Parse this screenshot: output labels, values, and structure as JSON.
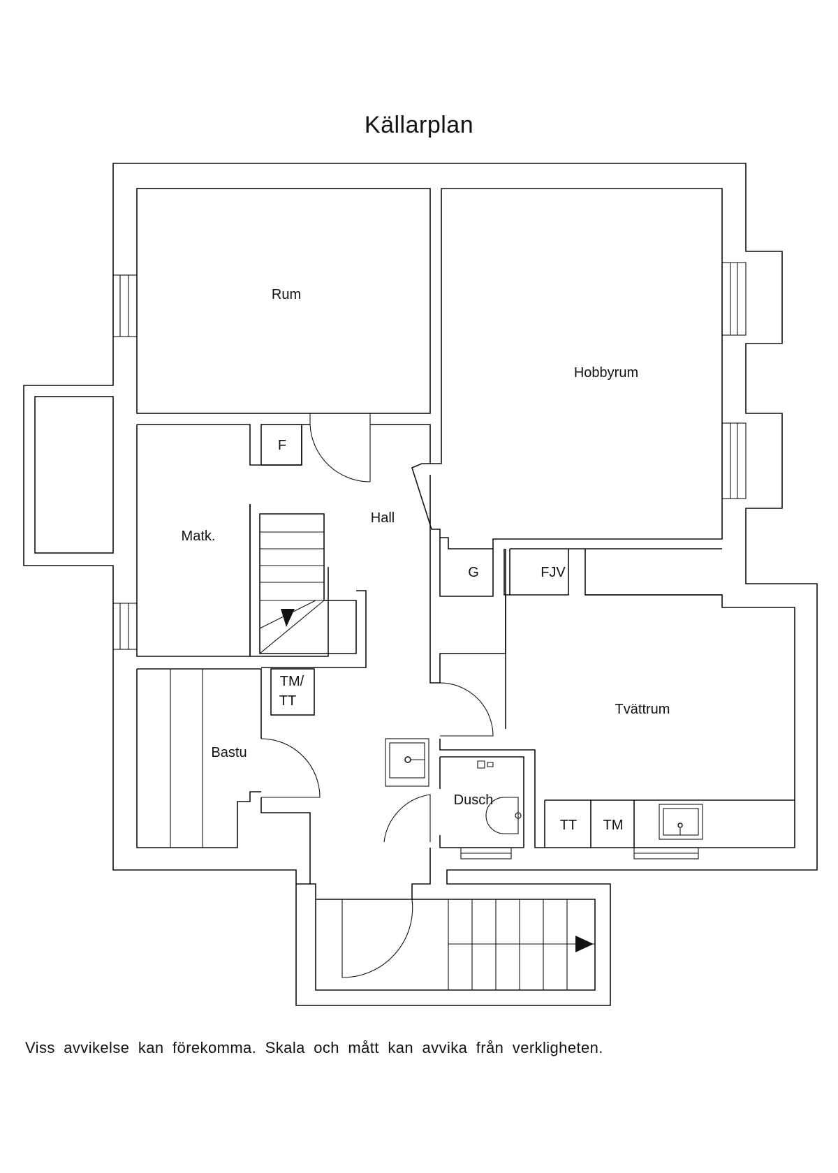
{
  "title": "Källarplan",
  "rooms": {
    "rum": "Rum",
    "hobbyrum": "Hobbyrum",
    "f": "F",
    "hall": "Hall",
    "matk": "Matk.",
    "g": "G",
    "fjv": "FJV",
    "tm_tt_1": "TM/",
    "tm_tt_2": "TT",
    "tvattrum": "Tvättrum",
    "bastu": "Bastu",
    "dusch": "Dusch",
    "tt": "TT",
    "tm": "TM"
  },
  "disclaimer": "Viss avvikelse kan förekomma. Skala och mått kan avvika från verkligheten."
}
